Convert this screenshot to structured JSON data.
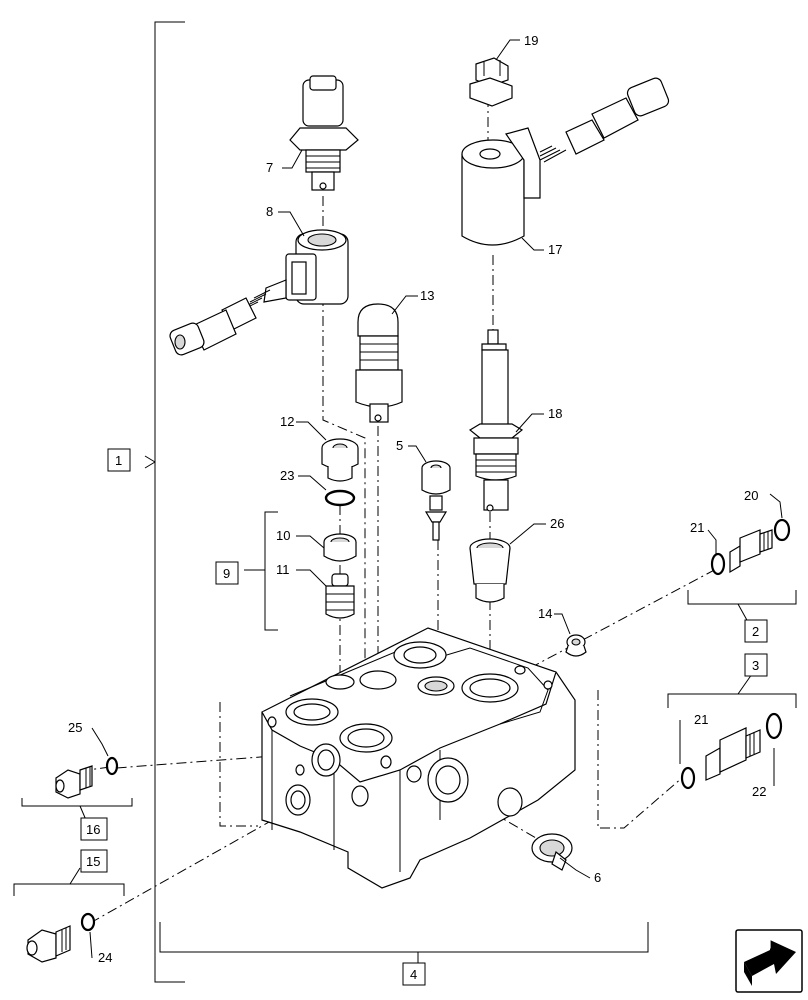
{
  "diagram": {
    "callouts": {
      "c5": "5",
      "c6": "6",
      "c7": "7",
      "c8": "8",
      "c10": "10",
      "c11": "11",
      "c12": "12",
      "c13": "13",
      "c14": "14",
      "c17": "17",
      "c18": "18",
      "c19": "19",
      "c20": "20",
      "c21a": "21",
      "c21b": "21",
      "c22": "22",
      "c23": "23",
      "c24": "24",
      "c25": "25",
      "c26": "26"
    },
    "boxed_callouts": {
      "b1": "1",
      "b2": "2",
      "b3": "3",
      "b4": "4",
      "b9": "9",
      "b15": "15",
      "b16": "16"
    }
  }
}
